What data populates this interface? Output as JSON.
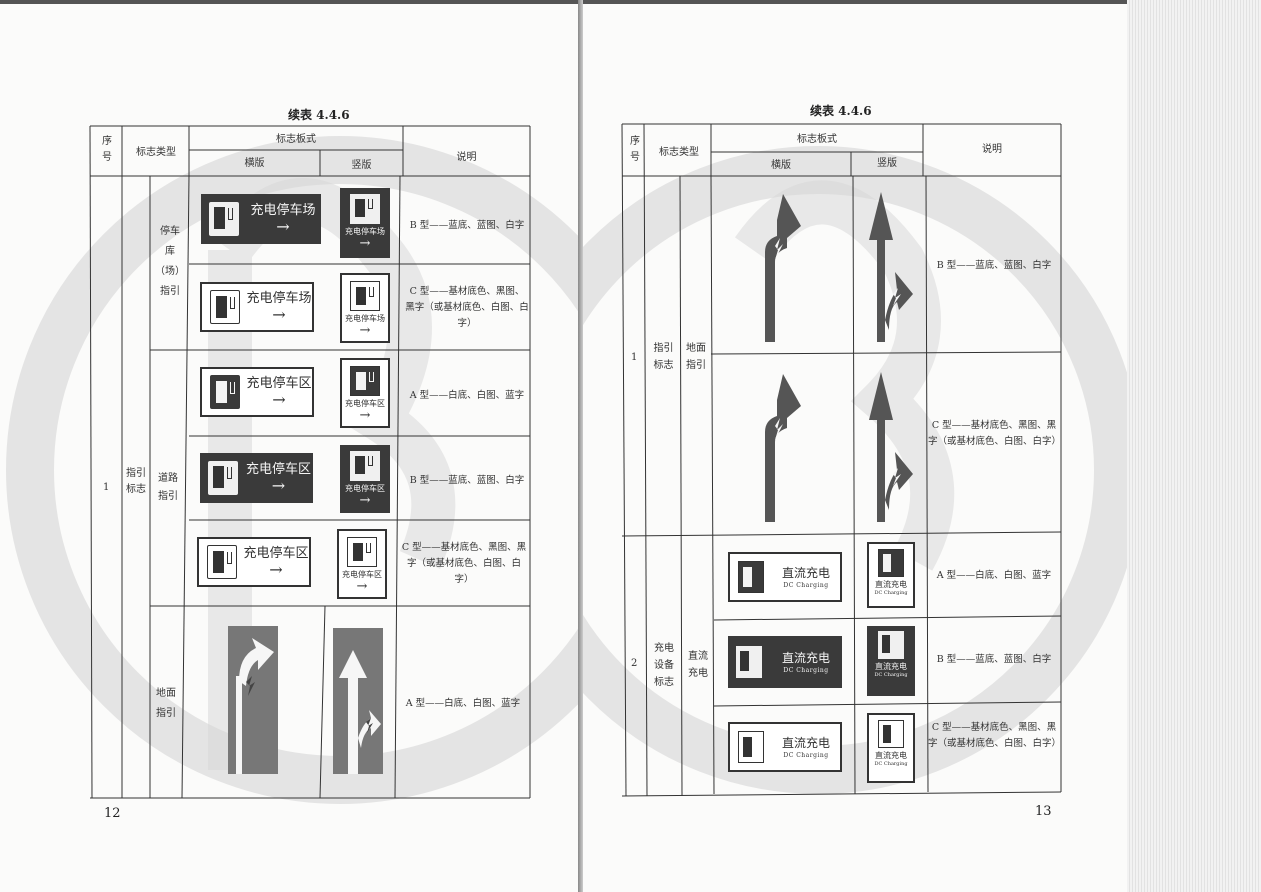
{
  "left_page": {
    "caption": "续表 4.4.6",
    "folio": "12",
    "header": {
      "col_index": [
        "序",
        "号"
      ],
      "col_type": "标志类型",
      "col_style": "标志板式",
      "col_horizontal": "横版",
      "col_vertical": "竖版",
      "col_desc": "说明"
    },
    "index": "1",
    "group": [
      "指引",
      "标志"
    ],
    "subtypes": {
      "parking": [
        "停车",
        "库",
        "（场）",
        "指引"
      ],
      "road": [
        "道路",
        "指引"
      ],
      "ground": [
        "地面",
        "指引"
      ]
    },
    "rows": [
      {
        "sign_text": "充电停车场",
        "v_text": "充电停车场",
        "arrow": "→",
        "desc": "B 型——蓝底、蓝图、白字"
      },
      {
        "sign_text": "充电停车场",
        "v_text": "充电停车场",
        "arrow": "→",
        "desc": "C 型——基材底色、黑图、黑字（或基材底色、白图、白字）"
      },
      {
        "sign_text": "充电停车区",
        "v_text": "充电停车区",
        "arrow": "→",
        "desc": "A 型——白底、白图、蓝字"
      },
      {
        "sign_text": "充电停车区",
        "v_text": "充电停车区",
        "arrow": "→",
        "desc": "B 型——蓝底、蓝图、白字"
      },
      {
        "sign_text": "充电停车区",
        "v_text": "充电停车区",
        "arrow": "→",
        "desc": "C 型——基材底色、黑图、黑字（或基材底色、白图、白字）"
      },
      {
        "desc": "A 型——白底、白图、蓝字"
      }
    ]
  },
  "right_page": {
    "caption": "续表 4.4.6",
    "folio": "13",
    "header": {
      "col_index": [
        "序",
        "号"
      ],
      "col_type": "标志类型",
      "col_style": "标志板式",
      "col_horizontal": "横版",
      "col_vertical": "竖版",
      "col_desc": "说明"
    },
    "group1": {
      "index": "1",
      "group": [
        "指引",
        "标志"
      ],
      "subtype": [
        "地面",
        "指引"
      ]
    },
    "group2": {
      "index": "2",
      "group": [
        "充电",
        "设备",
        "标志"
      ],
      "subtype": [
        "直流",
        "充电"
      ]
    },
    "rows": [
      {
        "desc": "B 型——蓝底、蓝图、白字"
      },
      {
        "desc": "C 型——基材底色、黑图、黑字（或基材底色、白图、白字）"
      },
      {
        "sign_text": "直流充电",
        "en": "DC Charging",
        "desc": "A 型——白底、白图、蓝字"
      },
      {
        "sign_text": "直流充电",
        "en": "DC Charging",
        "desc": "B 型——蓝底、蓝图、白字"
      },
      {
        "sign_text": "直流充电",
        "en": "DC Charging",
        "desc": "C 型——基材底色、黑图、黑字（或基材底色、白图、白字）"
      }
    ]
  },
  "colors": {
    "paper": "#fbfbfa",
    "ink": "#333333",
    "sign_dark": "#3a3a3a",
    "watermark": "#d0d0d0"
  }
}
